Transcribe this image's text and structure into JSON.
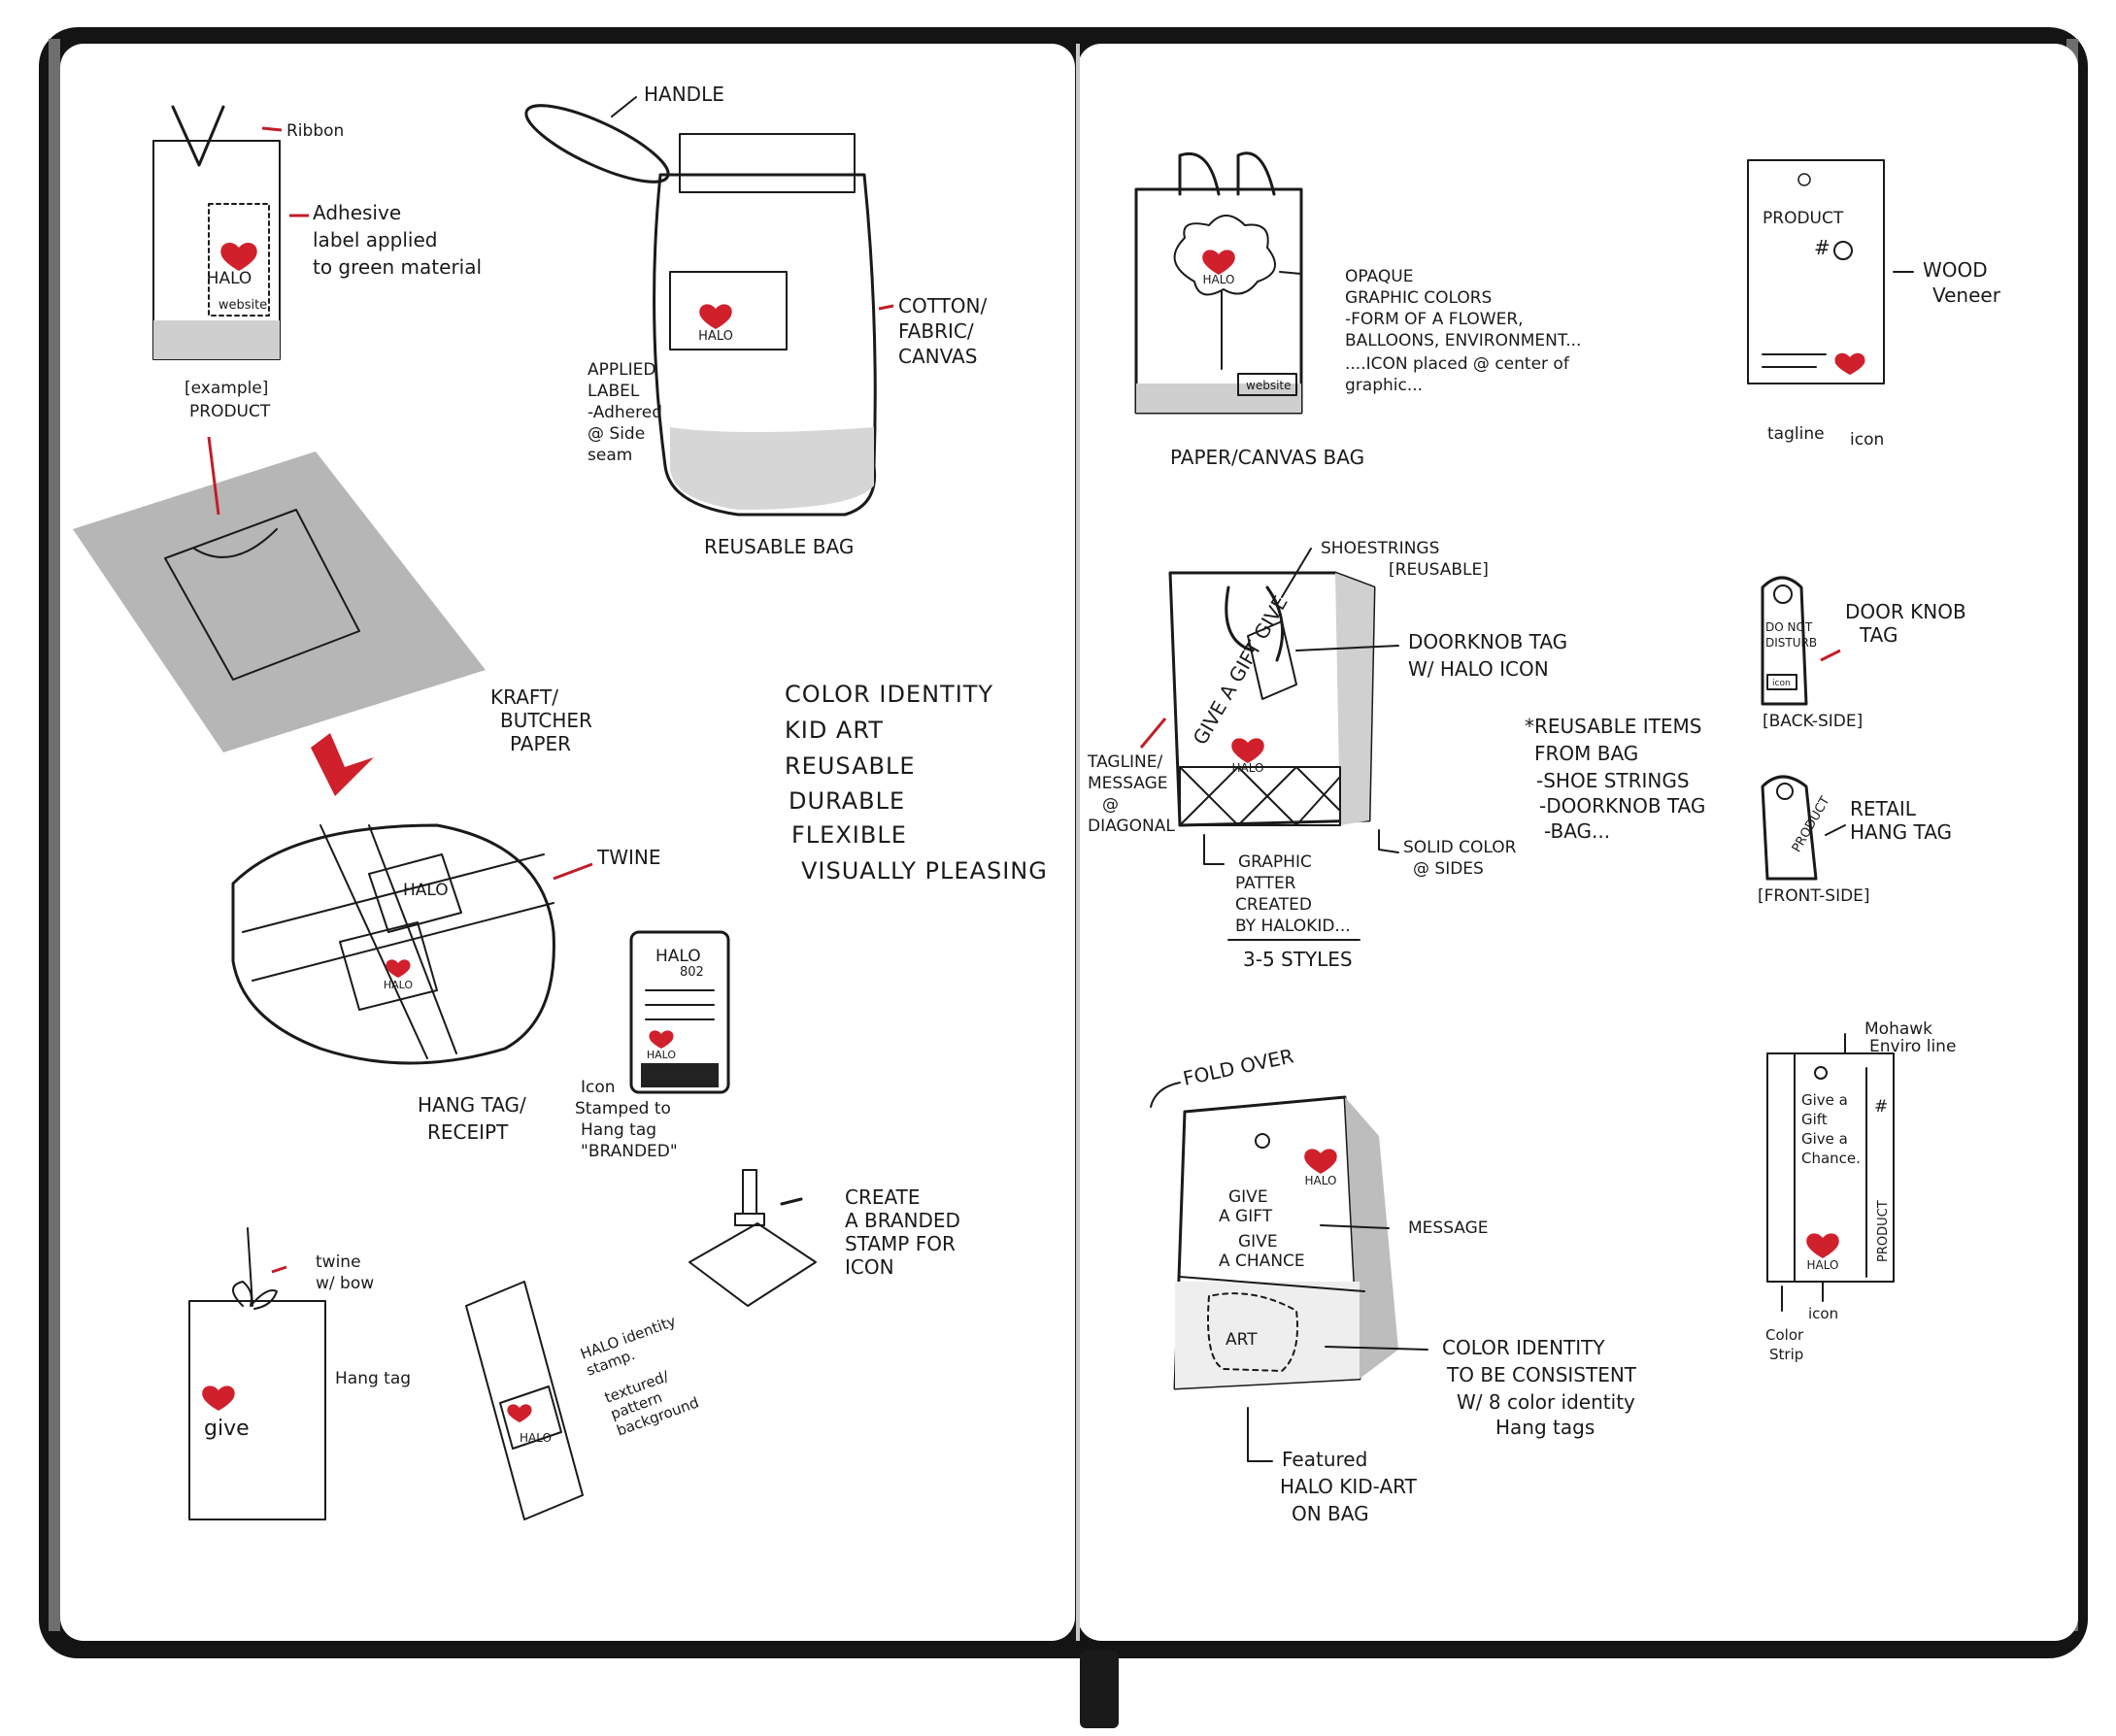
{
  "colors": {
    "heart": "#d0202c",
    "sweater": "#7cc7e8",
    "wood_veneer": "#e6c291",
    "color_strip": "#4a9cc6",
    "book_cover": "#141414"
  },
  "left_page": {
    "ribbon_label": {
      "ribbon": "Ribbon",
      "adhesive": "Adhesive\nlabel applied\nto green material",
      "tag_halo": "HALO",
      "tag_website": "website"
    },
    "bag": {
      "handle": "HANDLE",
      "cotton": "COTTON/\nFABRIC/\nCANVAS",
      "applied_label": "APPLIED\nLABEL\n-Adhered\n@ Side\nseam",
      "caption": "REUSABLE BAG",
      "label_halo": "HALO"
    },
    "kraft": {
      "example_product": "[example]\nPRODUCT",
      "kraft_paper": "KRAFT/\nBUTCHER\nPAPER"
    },
    "package": {
      "twine": "TWINE",
      "hang_tag_receipt": "HANG TAG/\nRECEIPT",
      "tag_halo": "HALO",
      "tag_halo_small": "HALO"
    },
    "receipt_tag": {
      "halo": "HALO",
      "line2": "802",
      "icon_label": "HALO",
      "note": "Icon\nStamped to\nHang tag\n\"BRANDED\""
    },
    "values_list": [
      "COLOR IDENTITY",
      "KID ART",
      "REUSABLE",
      "DURABLE",
      "FLEXIBLE",
      "VISUALLY PLEASING"
    ],
    "stamp": {
      "note": "CREATE\nA BRANDED\nSTAMP FOR\nICON"
    },
    "give_tag": {
      "twine": "twine\nw/ bow",
      "give": "give",
      "hang_tag": "Hang tag"
    },
    "striped_tag": {
      "note1": "HALO identity\nstamp.",
      "note2": "textured/\npattern\nbackground",
      "halo": "HALO"
    }
  },
  "right_page": {
    "paper_bag": {
      "website": "website",
      "halo": "HALO",
      "notes": "OPAQUE\nGRAPHIC COLORS\n-FORM OF A FLOWER,\nBALLOONS, ENVIRONMENT...\n....ICON placed @ center of\ngraphic...",
      "caption": "PAPER/CANVAS BAG"
    },
    "wood_tag": {
      "product": "PRODUCT",
      "hash": "#",
      "wood_veneer": "WOOD\nVeneer",
      "tagline": "tagline",
      "icon": "icon"
    },
    "shoestring_bag": {
      "shoestrings": "SHOESTRINGS\n[REUSABLE]",
      "doorknob": "DOORKNOB TAG\nW/ HALO ICON",
      "tagline": "TAGLINE/\nMESSAGE\n@\nDIAGONAL",
      "graphic": "GRAPHIC\nPATTER\nCREATED\nBY HALOKID...",
      "styles": "3-5 STYLES",
      "solid": "SOLID COLOR\n@ SIDES",
      "give_text": "GIVE A GIFT\nGIVE",
      "halo": "HALO"
    },
    "reusable_items": "*REUSABLE ITEMS\nFROM BAG\n-SHOE STRINGS\n-DOORKNOB TAG\n-BAG...",
    "doorknob_tag": {
      "text": "DO NOT\nDISTURB",
      "icon": "icon",
      "label": "DOOR KNOB\nTAG",
      "caption": "[BACK-SIDE]"
    },
    "retail_tag": {
      "text": "PRODUCT",
      "label": "RETAIL\nHANG TAG",
      "caption": "[FRONT-SIDE]"
    },
    "fold_bag": {
      "fold": "FOLD OVER",
      "give": "GIVE\nA GIFT\nGIVE\nA CHANCE",
      "art": "ART",
      "halo": "HALO",
      "message": "MESSAGE",
      "color_identity": "COLOR IDENTITY\nTO BE CONSISTENT\nW/ 8 color identity\nHang tags",
      "featured": "Featured\nHALO KID-ART\nON BAG"
    },
    "strip_tag": {
      "mohawk": "Mohawk\nEnviro line",
      "text": "Give a\nGift\nGive a\nChance.",
      "halo": "HALO",
      "product": "PRODUCT",
      "hash": "#",
      "color_strip": "Color\nStrip",
      "icon": "icon"
    }
  }
}
